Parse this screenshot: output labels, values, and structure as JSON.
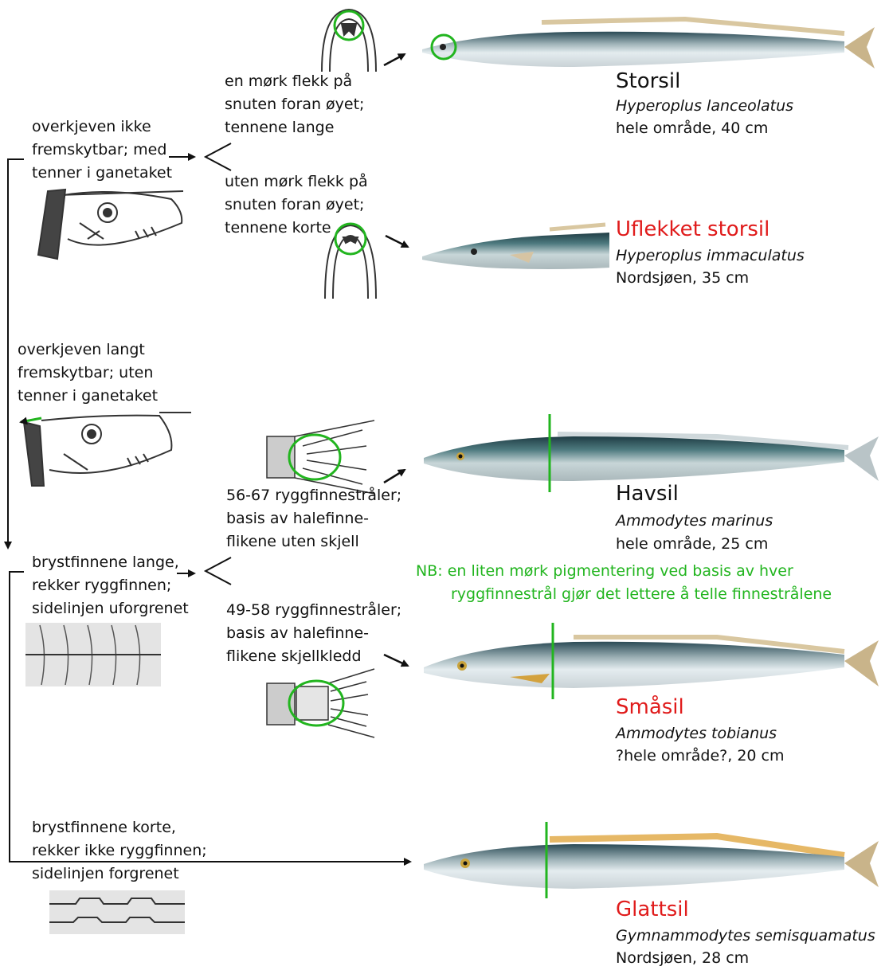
{
  "key_steps": {
    "step1_a": [
      "overkjeven ikke",
      "fremskytbar; med",
      "tenner i ganetaket"
    ],
    "step1_b": [
      "overkjeven langt",
      "fremskytbar; uten",
      "tenner i ganetaket"
    ],
    "step2_a": [
      "en mørk flekk på",
      "snuten foran øyet;",
      "tennene lange"
    ],
    "step2_b": [
      "uten mørk flekk på",
      "snuten foran øyet;",
      "tennene korte"
    ],
    "step3_a": [
      "brystfinnene lange,",
      "rekker ryggfinnen;",
      "sidelinjen uforgrenet"
    ],
    "step3_b": [
      "brystfinnene korte,",
      "rekker ikke ryggfinnen;",
      "sidelinjen forgrenet"
    ],
    "step4_a": [
      "56-67 ryggfinnestråler;",
      "basis av halefinne-",
      "flikene uten skjell"
    ],
    "step4_b": [
      "49-58 ryggfinnestråler;",
      "basis av halefinne-",
      "flikene skjellkledd"
    ]
  },
  "species": [
    {
      "name": "Storsil",
      "scientific": "Hyperoplus lanceolatus",
      "info": "hele område, 40 cm",
      "color": "#111111"
    },
    {
      "name": "Uflekket storsil",
      "scientific": "Hyperoplus immaculatus",
      "info": "Nordsjøen, 35 cm",
      "color": "#e01b1b"
    },
    {
      "name": "Havsil",
      "scientific": "Ammodytes marinus",
      "info": "hele område, 25 cm",
      "color": "#111111"
    },
    {
      "name": "Småsil",
      "scientific": "Ammodytes tobianus",
      "info": "?hele område?, 20 cm",
      "color": "#e01b1b"
    },
    {
      "name": "Glattsil",
      "scientific": "Gymnammodytes semisquamatus",
      "info": "Nordsjøen, 28 cm",
      "color": "#e01b1b"
    }
  ],
  "note": [
    "NB: en liten mørk pigmentering ved basis av hver",
    "ryggfinnestrål gjør det lettere å telle finnestrålene"
  ],
  "colors": {
    "accent": "#22b51f",
    "highlight": "#e01b1b"
  }
}
